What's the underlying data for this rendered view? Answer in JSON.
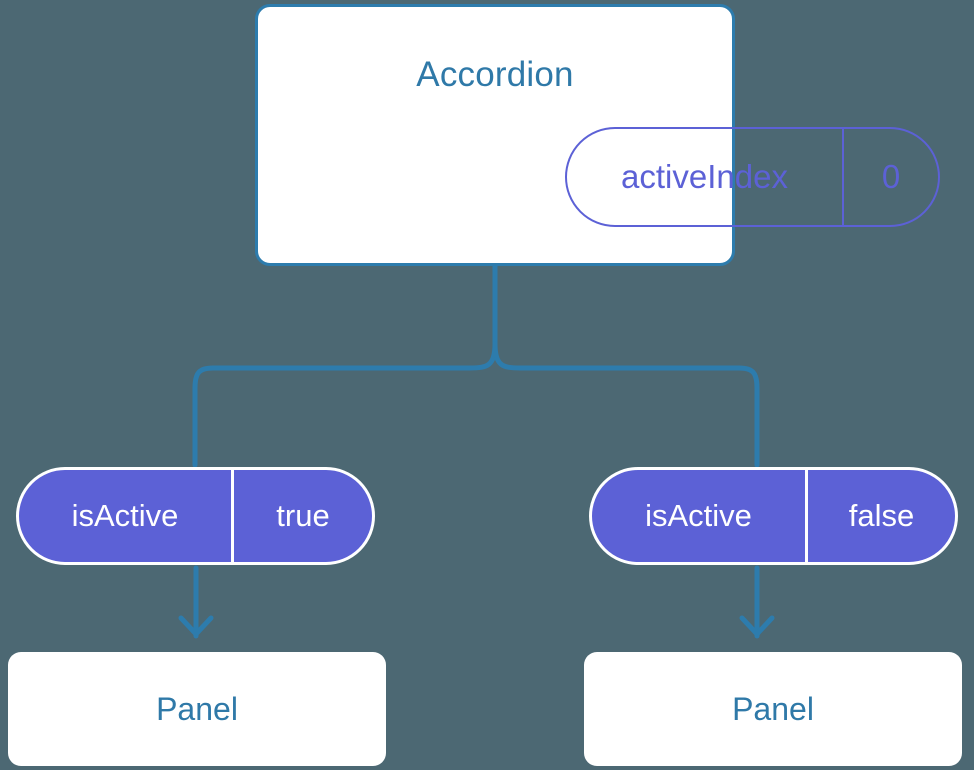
{
  "diagram": {
    "title": "Accordion component state/props tree",
    "background_color": "#4c6873",
    "edge_color": "#2d7cad",
    "accent_blue": "#2f79a8",
    "accent_indigo": "#5c61d6"
  },
  "root": {
    "label": "Accordion",
    "state": {
      "key": "activeIndex",
      "value": "0"
    }
  },
  "branches": [
    {
      "prop": {
        "key": "isActive",
        "value": "true"
      },
      "child": {
        "label": "Panel"
      }
    },
    {
      "prop": {
        "key": "isActive",
        "value": "false"
      },
      "child": {
        "label": "Panel"
      }
    }
  ]
}
